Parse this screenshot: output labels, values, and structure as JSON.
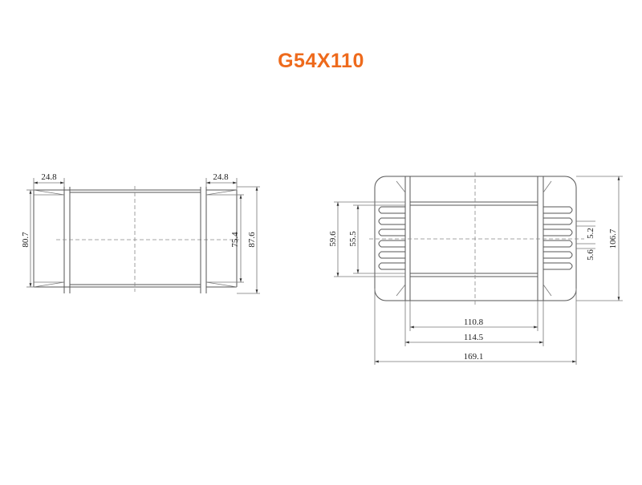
{
  "title": "G54X110",
  "side_view": {
    "dim_width_left": "24.8",
    "dim_width_right": "24.8",
    "dim_height_outer": "80.7",
    "dim_height_inner": "75.4",
    "dim_height_total": "87.6"
  },
  "front_view": {
    "dim_height_a": "59.6",
    "dim_height_b": "55.5",
    "dim_fin_pitch_a": "5.6",
    "dim_fin_pitch_b": "5.2",
    "dim_total_height": "106.7",
    "dim_core_width": "110.8",
    "dim_frame_width": "114.5",
    "dim_total_width": "169.1"
  },
  "colors": {
    "title": "#ee6a1c",
    "line": "#555555"
  }
}
